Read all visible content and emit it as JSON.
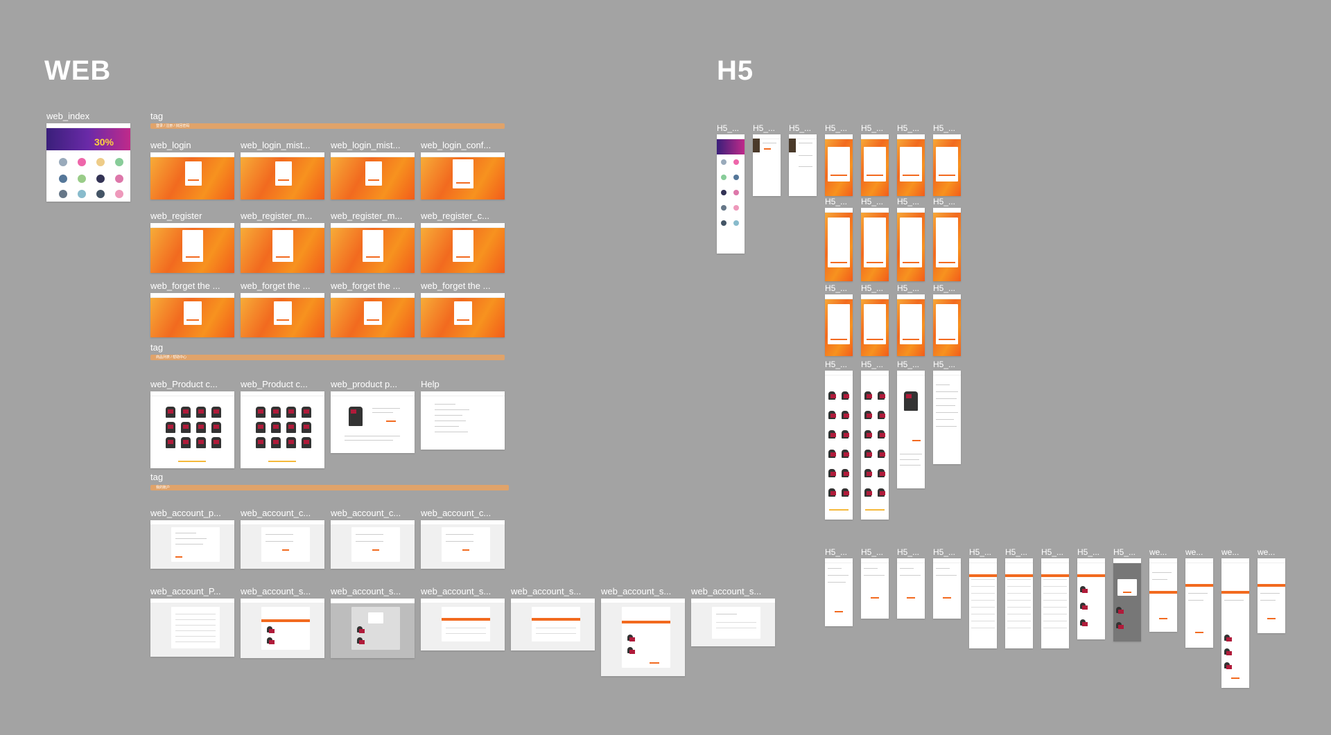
{
  "sections": {
    "web": "WEB",
    "h5": "H5"
  },
  "web_index": {
    "label": "web_index",
    "banner_text": "30%"
  },
  "tags": [
    {
      "label": "tag",
      "text": "登录 / 注册 / 找回密码"
    },
    {
      "label": "tag",
      "text": "商品列表 / 帮助中心"
    },
    {
      "label": "tag",
      "text": "我的账户"
    }
  ],
  "rows": {
    "login": [
      "web_login",
      "web_login_mist...",
      "web_login_mist...",
      "web_login_conf..."
    ],
    "register": [
      "web_register",
      "web_register_m...",
      "web_register_m...",
      "web_register_c..."
    ],
    "forget": [
      "web_forget the ...",
      "web_forget the ...",
      "web_forget the ...",
      "web_forget the ..."
    ],
    "product": [
      "web_Product c...",
      "web_Product c...",
      "web_product p...",
      "Help"
    ],
    "account1": [
      "web_account_p...",
      "web_account_c...",
      "web_account_c...",
      "web_account_c..."
    ],
    "account2": [
      "web_account_P...",
      "web_account_s...",
      "web_account_s...",
      "web_account_s...",
      "web_account_s...",
      "web_account_s...",
      "web_account_s..."
    ]
  },
  "h5": {
    "row1": [
      "H5_...",
      "H5_...",
      "H5_...",
      "H5_...",
      "H5_...",
      "H5_...",
      "H5_..."
    ],
    "row2": [
      "H5_...",
      "H5_...",
      "H5_...",
      "H5_..."
    ],
    "row3": [
      "H5_...",
      "H5_...",
      "H5_...",
      "H5_..."
    ],
    "row4": [
      "H5_...",
      "H5_...",
      "H5_...",
      "H5_..."
    ],
    "bottom": [
      "H5_...",
      "H5_...",
      "H5_...",
      "H5_...",
      "H5_...",
      "H5_...",
      "H5_...",
      "H5_...",
      "H5_...",
      "we...",
      "we...",
      "we...",
      "we..."
    ]
  },
  "colors": {
    "canvas": "#a3a3a3",
    "accent": "#f26a1f",
    "tag": "#e0a36a"
  }
}
